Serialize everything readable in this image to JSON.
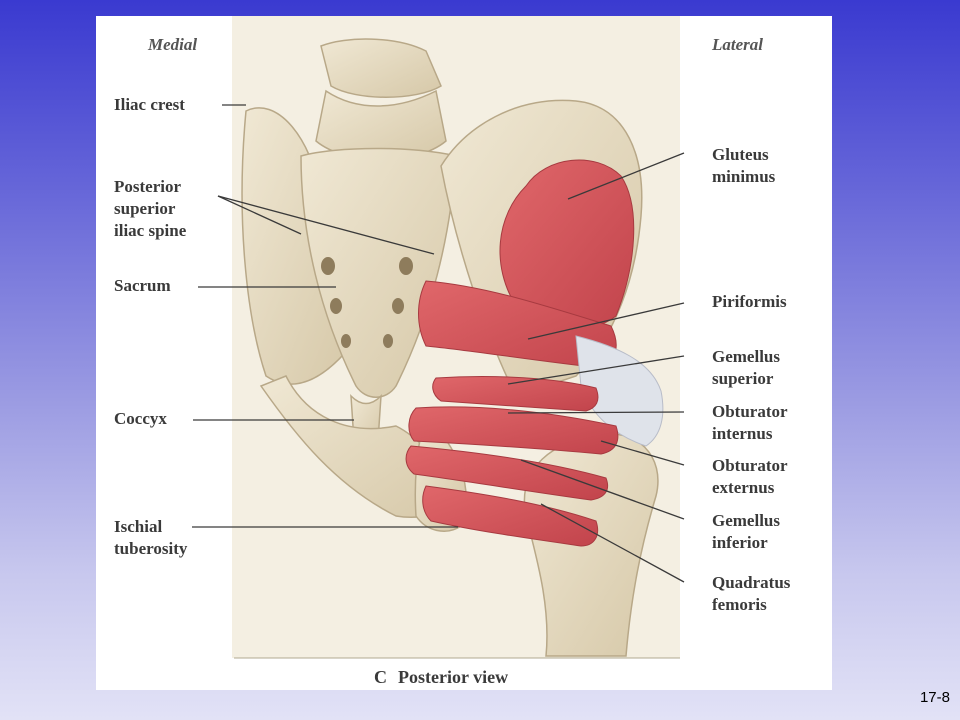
{
  "figure": {
    "header_left": "Medial",
    "header_right": "Lateral",
    "caption_letter": "C",
    "caption": "Posterior view",
    "labels_left": [
      {
        "id": "iliac-crest",
        "text": "Iliac crest"
      },
      {
        "id": "posterior-superior-iliac-spine",
        "text": "Posterior\nsuperior\niliac spine"
      },
      {
        "id": "sacrum",
        "text": "Sacrum"
      },
      {
        "id": "coccyx",
        "text": "Coccyx"
      },
      {
        "id": "ischial-tuberosity",
        "text": "Ischial\ntuberosity"
      }
    ],
    "labels_right": [
      {
        "id": "gluteus-minimus",
        "text": "Gluteus\nminimus"
      },
      {
        "id": "piriformis",
        "text": "Piriformis"
      },
      {
        "id": "gemellus-superior",
        "text": "Gemellus\nsuperior"
      },
      {
        "id": "obturator-internus",
        "text": "Obturator\ninternus"
      },
      {
        "id": "obturator-externus",
        "text": "Obturator\nexternus"
      },
      {
        "id": "gemellus-inferior",
        "text": "Gemellus\ninferior"
      },
      {
        "id": "quadratus-femoris",
        "text": "Quadratus\nfemoris"
      }
    ]
  },
  "slide_number": "17-8",
  "colors": {
    "background_top": "#3a3ad0",
    "background_bottom": "#e2e2f6",
    "bone": "#e6dcc4",
    "muscle": "#d2545a",
    "tendon": "#dfe3ea"
  }
}
